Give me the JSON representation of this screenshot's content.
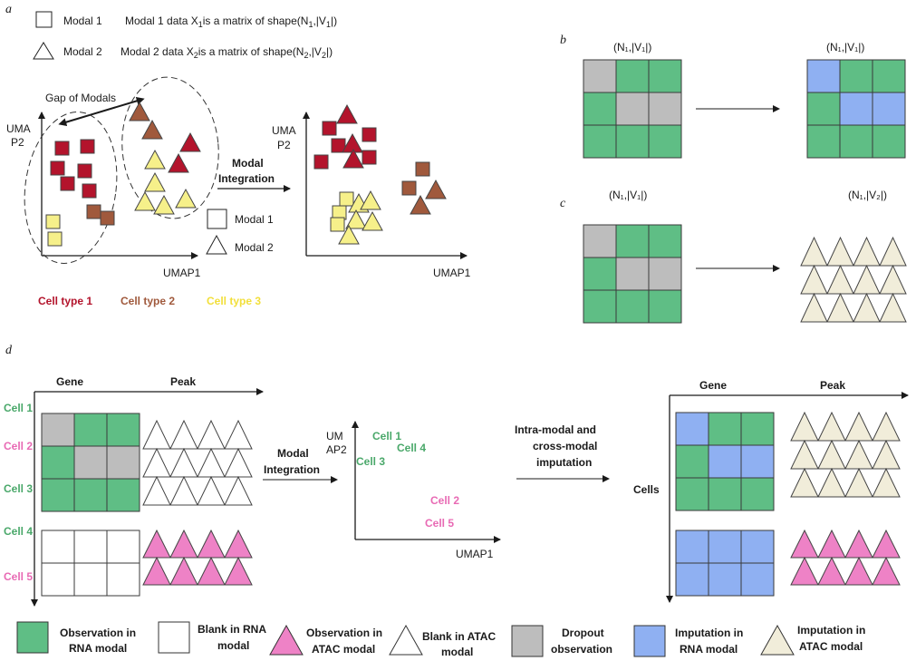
{
  "colors": {
    "green": "#5fbe85",
    "gray": "#bdbdbd",
    "blue": "#8fb0f2",
    "pink": "#ee82c6",
    "beige": "#f1edda",
    "red": "#b3142c",
    "brown": "#a0593c",
    "yellow": "#f6f08a",
    "celltype1": "#b3142c",
    "celltype2": "#a0593c",
    "celltype3": "#f2df3a",
    "cellgreen": "#4aa86a",
    "cellpink": "#e86ab4"
  },
  "panel_a": {
    "letter": "a",
    "legend_modal1_name": "Modal 1",
    "legend_modal1_desc_pre": "Modal 1 data X",
    "legend_modal1_desc_post": "is a matrix of shape(N",
    "legend_modal1_desc_end": ",|V",
    "legend_modal1_desc_close": "|)",
    "legend_modal2_name": "Modal 2",
    "legend_modal2_desc_pre": "Modal 2 data X",
    "legend_modal2_desc_post": "is a matrix of shape(N",
    "legend_modal2_desc_end": ",|V",
    "legend_modal2_desc_close": "|)",
    "sub1": "1",
    "sub2": "2",
    "gap_label": "Gap of Modals",
    "y_axis_line1": "UMA",
    "y_axis_line2": "P2",
    "x_axis": "UMAP1",
    "integration_line1": "Modal",
    "integration_line2": "Integration",
    "right_y_axis_line1": "UMA",
    "right_y_axis_line2": "P2",
    "right_x_axis": "UMAP1",
    "inner_legend_modal1": "Modal 1",
    "inner_legend_modal2": "Modal 2",
    "celltype1": "Cell type 1",
    "celltype2": "Cell type 2",
    "celltype3": "Cell type 3"
  },
  "panel_b": {
    "letter": "b",
    "left_shape": "(N₁,|V₁|)",
    "right_shape": "(N₁,|V₁|)"
  },
  "panel_c": {
    "letter": "c",
    "left_shape": "(N₁,|V₁|)",
    "right_shape": "(N₁,|V₂|)"
  },
  "panel_d": {
    "letter": "d",
    "gene": "Gene",
    "peak": "Peak",
    "cells": [
      "Cell 1",
      "Cell 2",
      "Cell 3",
      "Cell 4",
      "Cell 5"
    ],
    "integration_line1": "Modal",
    "integration_line2": "Integration",
    "umap_y_line1": "UM",
    "umap_y_line2": "AP2",
    "umap_x": "UMAP1",
    "umap_labels": [
      "Cell 1",
      "Cell 4",
      "Cell 3",
      "Cell 2",
      "Cell 5"
    ],
    "imputation_line1": "Intra-modal and",
    "imputation_line2": "cross-modal",
    "imputation_line3": "imputation",
    "right_gene": "Gene",
    "right_peak": "Peak",
    "cells_label": "Cells"
  },
  "legend": [
    {
      "line1": "Observation in",
      "line2": "RNA modal"
    },
    {
      "line1": "Blank in RNA",
      "line2": "modal"
    },
    {
      "line1": "Observation in",
      "line2": "ATAC modal"
    },
    {
      "line1": "Blank in ATAC",
      "line2": "modal"
    },
    {
      "line1": "Dropout",
      "line2": "observation"
    },
    {
      "line1": "Imputation in",
      "line2": "RNA modal"
    },
    {
      "line1": "Imputation in",
      "line2": "ATAC modal"
    }
  ]
}
